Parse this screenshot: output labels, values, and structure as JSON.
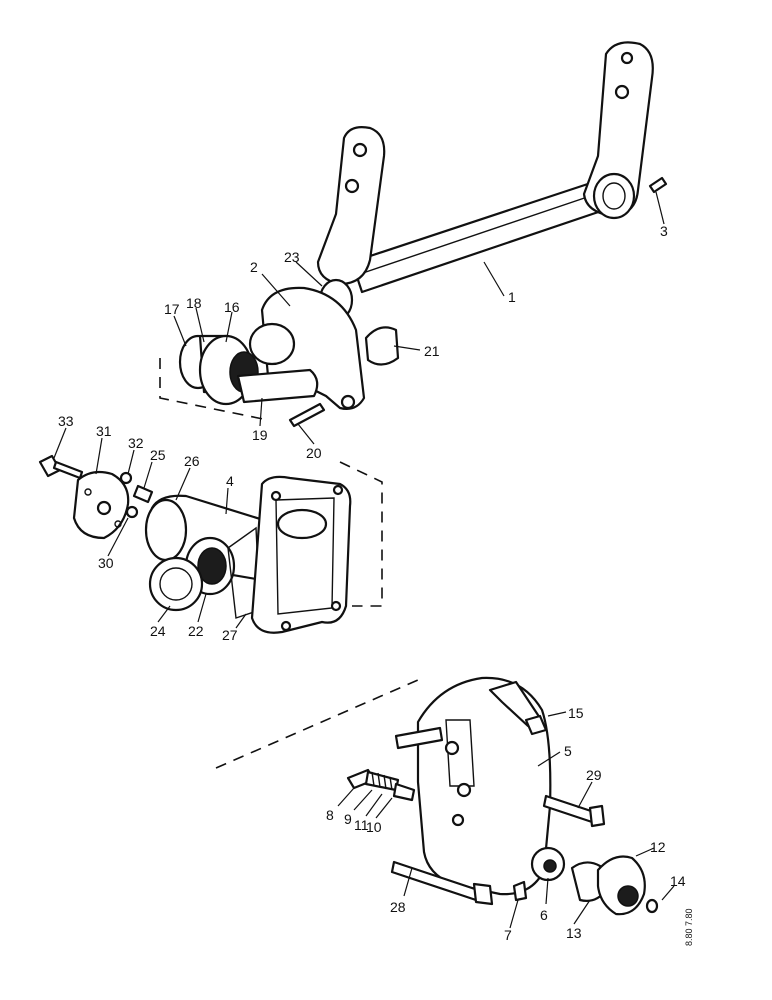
{
  "diagram": {
    "callouts": [
      {
        "id": "c1",
        "text": "1"
      },
      {
        "id": "c2",
        "text": "2"
      },
      {
        "id": "c3",
        "text": "3"
      },
      {
        "id": "c4",
        "text": "4"
      },
      {
        "id": "c5",
        "text": "5"
      },
      {
        "id": "c6",
        "text": "6"
      },
      {
        "id": "c7",
        "text": "7"
      },
      {
        "id": "c8",
        "text": "8"
      },
      {
        "id": "c9",
        "text": "9"
      },
      {
        "id": "c10",
        "text": "10"
      },
      {
        "id": "c11",
        "text": "11"
      },
      {
        "id": "c12",
        "text": "12"
      },
      {
        "id": "c13",
        "text": "13"
      },
      {
        "id": "c14",
        "text": "14"
      },
      {
        "id": "c15",
        "text": "15"
      },
      {
        "id": "c16",
        "text": "16"
      },
      {
        "id": "c17",
        "text": "17"
      },
      {
        "id": "c18",
        "text": "18"
      },
      {
        "id": "c19",
        "text": "19"
      },
      {
        "id": "c20",
        "text": "20"
      },
      {
        "id": "c21",
        "text": "21"
      },
      {
        "id": "c22",
        "text": "22"
      },
      {
        "id": "c23",
        "text": "23"
      },
      {
        "id": "c24",
        "text": "24"
      },
      {
        "id": "c25",
        "text": "25"
      },
      {
        "id": "c26",
        "text": "26"
      },
      {
        "id": "c27",
        "text": "27"
      },
      {
        "id": "c28",
        "text": "28"
      },
      {
        "id": "c29",
        "text": "29"
      },
      {
        "id": "c30",
        "text": "30"
      },
      {
        "id": "c31",
        "text": "31"
      },
      {
        "id": "c32",
        "text": "32"
      },
      {
        "id": "c33",
        "text": "33"
      }
    ],
    "reference_code": "8.80 7.80"
  }
}
